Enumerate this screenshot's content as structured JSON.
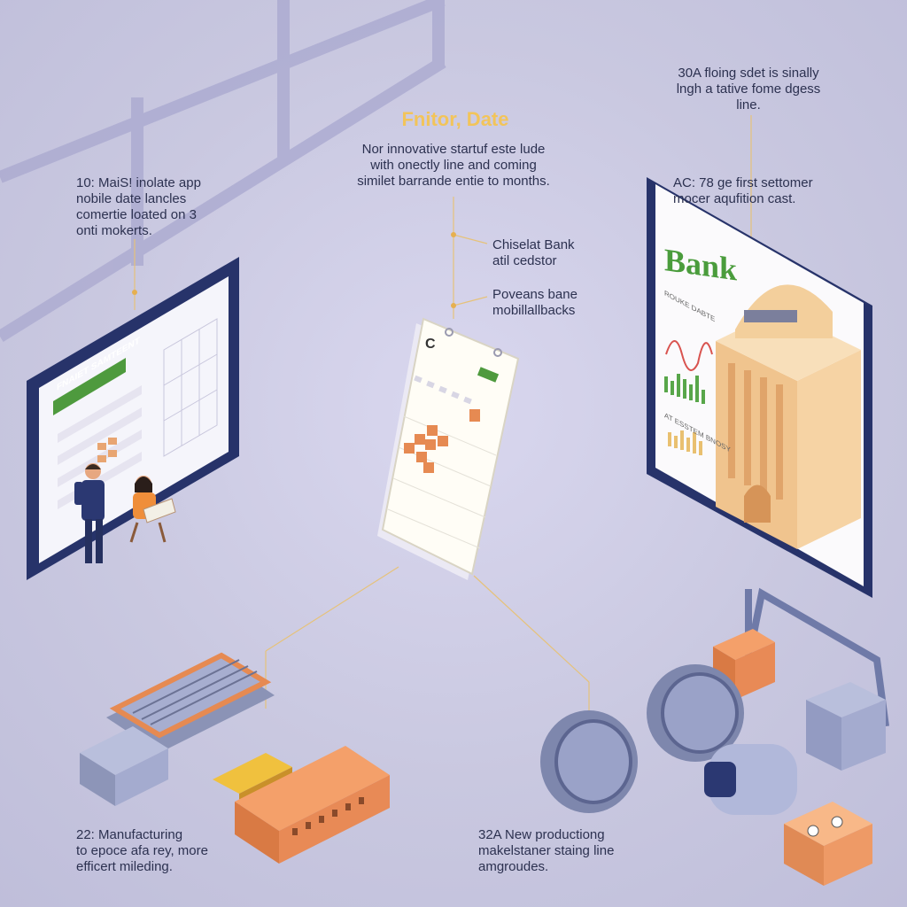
{
  "header": {
    "title": "Fnitor, Date",
    "intro": "Nor innovative startuf este lude\nwith onectly line and coming\nsimilet barrande entie to months."
  },
  "notes": {
    "top_left": "10: MaiS! inolate app\nnobile date lancles\ncomertie loated on 3\nonti mokerts.",
    "top_right": "30A floing sdet is sinally\nlngh a tative fome dgess\nline.",
    "right_mid": "AC: 78 ge first settomer\nmocer aqufition cast.",
    "mid_1": "Chiselat Bank\natil cedstor",
    "mid_2": "Poveans bane\nmobillallbacks",
    "bottom_left": "22: Manufacturing\nto epoce afa rey, more\nefficert mileding.",
    "bottom_right": "32A New productiong\nmakelstaner staing line\namgroudes."
  },
  "left_screen": {
    "banner": "FNAIET SAMTEENT"
  },
  "bank_screen": {
    "title": "Bank",
    "sub": "ROUKE DABTE",
    "caption": "AT ESSTEM BNOSY"
  },
  "colors": {
    "background": "#c9c8e0",
    "accent_orange": "#e68a52",
    "accent_green": "#4a9c3c",
    "frame_navy": "#27336a",
    "title_yellow": "#f2c45a"
  }
}
